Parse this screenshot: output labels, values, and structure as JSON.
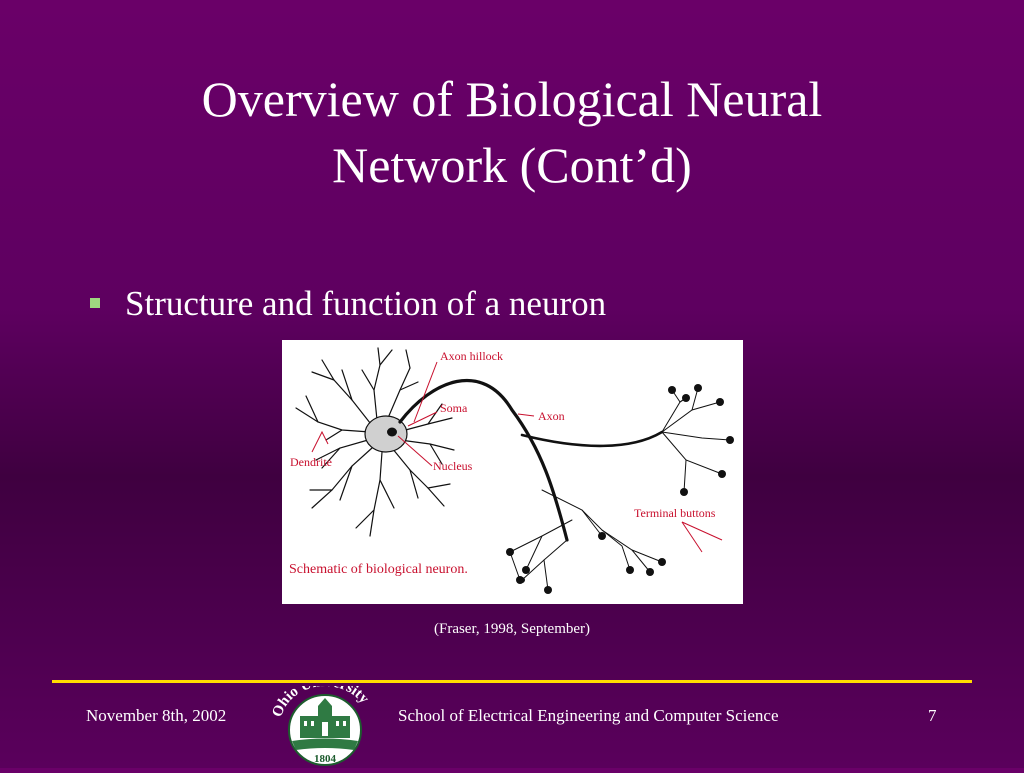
{
  "slide": {
    "title_line1": "Overview of Biological Neural",
    "title_line2": "Network (Cont’d)",
    "bullet": "Structure and function of a neuron",
    "credit": "(Fraser, 1998, September)"
  },
  "figure": {
    "labels": {
      "axon_hillock": "Axon hillock",
      "soma": "Soma",
      "axon": "Axon",
      "nucleus": "Nucleus",
      "dendrite": "Dendrite",
      "terminal_buttons": "Terminal buttons"
    },
    "caption": "Schematic of biological neuron."
  },
  "footer": {
    "date": "November 8th, 2002",
    "school": "School of Electrical Engineering and Computer Science",
    "page_number": "7",
    "logo_text": "Ohio University",
    "logo_year": "1804"
  },
  "colors": {
    "background": "#5e0060",
    "rule": "#ffdd00",
    "bullet": "#9fd880",
    "label": "#c8102e"
  }
}
